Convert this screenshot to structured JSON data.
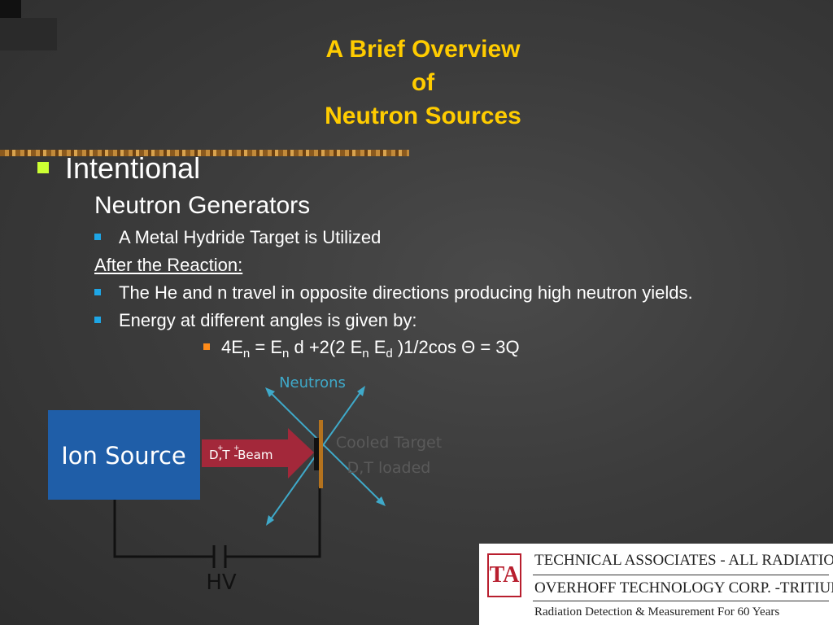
{
  "slide": {
    "title_lines": [
      "A Brief Overview",
      "of",
      "Neutron Sources"
    ],
    "bullet_level1": "Intentional",
    "subheading": "Neutron Generators",
    "bullet_metal_hydride": "A Metal Hydride Target is Utilized",
    "underlined_label": "After the Reaction:",
    "bullet_opposite_directions": "The He and n travel in opposite directions producing high neutron yields.",
    "bullet_energy_angles": "Energy at different angles is given by:",
    "equation": {
      "p1": "4E",
      "s1": "n",
      "p2": " = E",
      "s2": "n",
      "p3": " d +2(2 E",
      "s3": "n",
      "p4": " E",
      "s4": "d",
      "p5": " )1/2cos Θ = 3Q"
    }
  },
  "diagram": {
    "ion_source_label": "Ion Source",
    "beam_label": "D,T -Beam",
    "beam_superscripts": [
      "+",
      "+"
    ],
    "neutrons_label": "Neutrons",
    "target_label_line1": "Cooled Target",
    "target_label_line2": "D,T loaded",
    "hv_label": "HV"
  },
  "logo": {
    "mark": "TA",
    "line1": "TECHNICAL ASSOCIATES - ALL RADIATION",
    "line2": "OVERHOFF TECHNOLOGY CORP. -TRITIUM",
    "line3": "Radiation Detection & Measurement For 60 Years"
  },
  "colors": {
    "title": "#ffcc00",
    "bullet_level1": "#ccff33",
    "bullet_level3": "#1ea6e6",
    "bullet_level4": "#ff8c1a",
    "ion_source_box": "#1f5ea8",
    "beam_arrow": "#a3283a",
    "neutron_lines": "#3fa9c9",
    "target": "#b5731e"
  }
}
